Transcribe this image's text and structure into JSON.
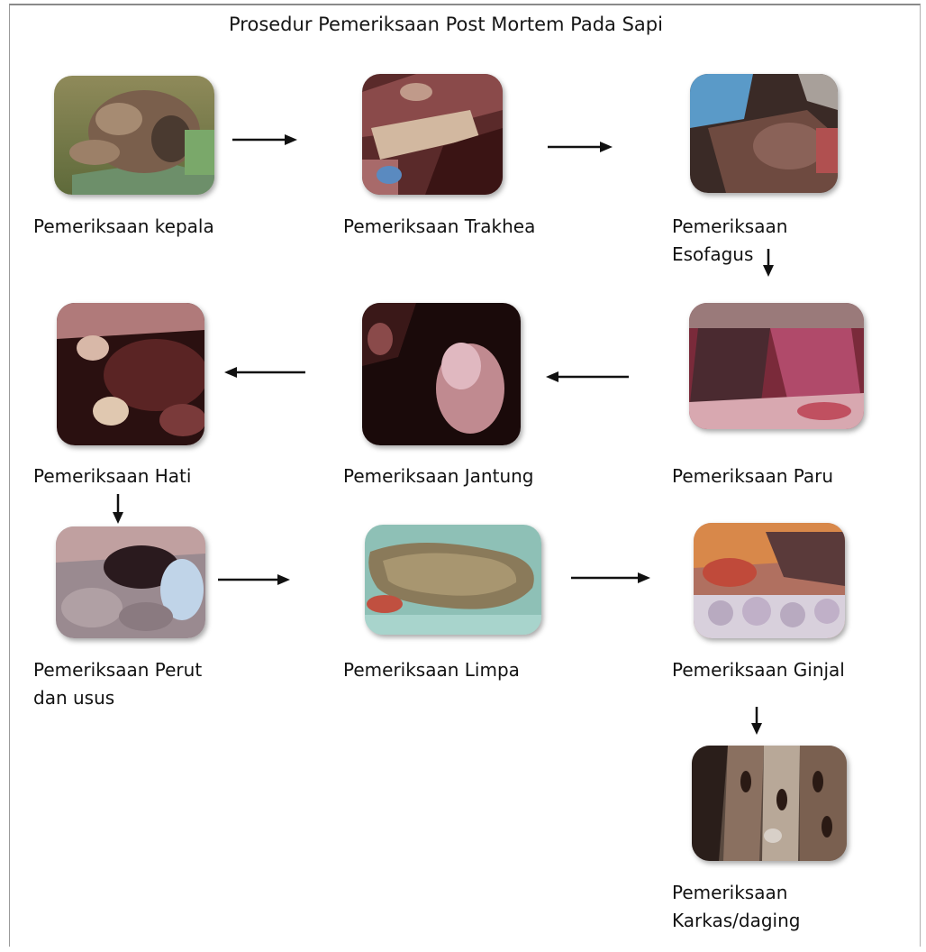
{
  "title": "Prosedur Pemeriksaan Post Mortem Pada Sapi",
  "steps": [
    {
      "id": "kepala",
      "line1": "Pemeriksaan kepala"
    },
    {
      "id": "trakhea",
      "line1": "Pemeriksaan Trakhea"
    },
    {
      "id": "esofagus",
      "line1": "Pemeriksaan",
      "line2": "Esofagus"
    },
    {
      "id": "paru",
      "line1": "Pemeriksaan Paru"
    },
    {
      "id": "jantung",
      "line1": "Pemeriksaan Jantung"
    },
    {
      "id": "hati",
      "line1": "Pemeriksaan Hati"
    },
    {
      "id": "perut",
      "line1": "Pemeriksaan Perut",
      "line2": "dan usus"
    },
    {
      "id": "limpa",
      "line1": "Pemeriksaan Limpa"
    },
    {
      "id": "ginjal",
      "line1": "Pemeriksaan Ginjal"
    },
    {
      "id": "karkas",
      "line1": "Pemeriksaan",
      "line2": "Karkas/daging"
    }
  ],
  "colors": {
    "text": "#121212",
    "arrow": "#111111",
    "frame": "#8a8a8a"
  }
}
